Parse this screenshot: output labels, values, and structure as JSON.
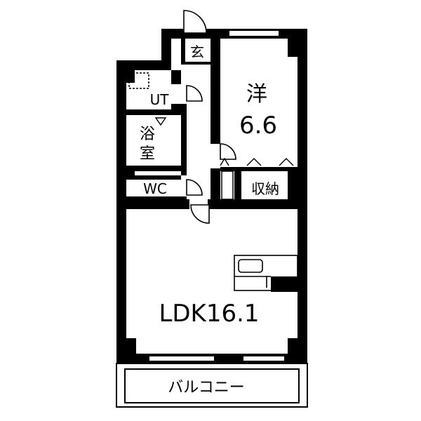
{
  "rooms": {
    "entrance": "玄",
    "western_room_name": "洋",
    "western_room_size": "6.6",
    "utility": "UT",
    "bathroom_line1": "浴",
    "bathroom_line2": "室",
    "toilet": "WC",
    "storage": "収納",
    "ldk": "LDK16.1",
    "balcony": "バルコニー"
  },
  "colors": {
    "wall": "#000000",
    "background": "#ffffff"
  }
}
